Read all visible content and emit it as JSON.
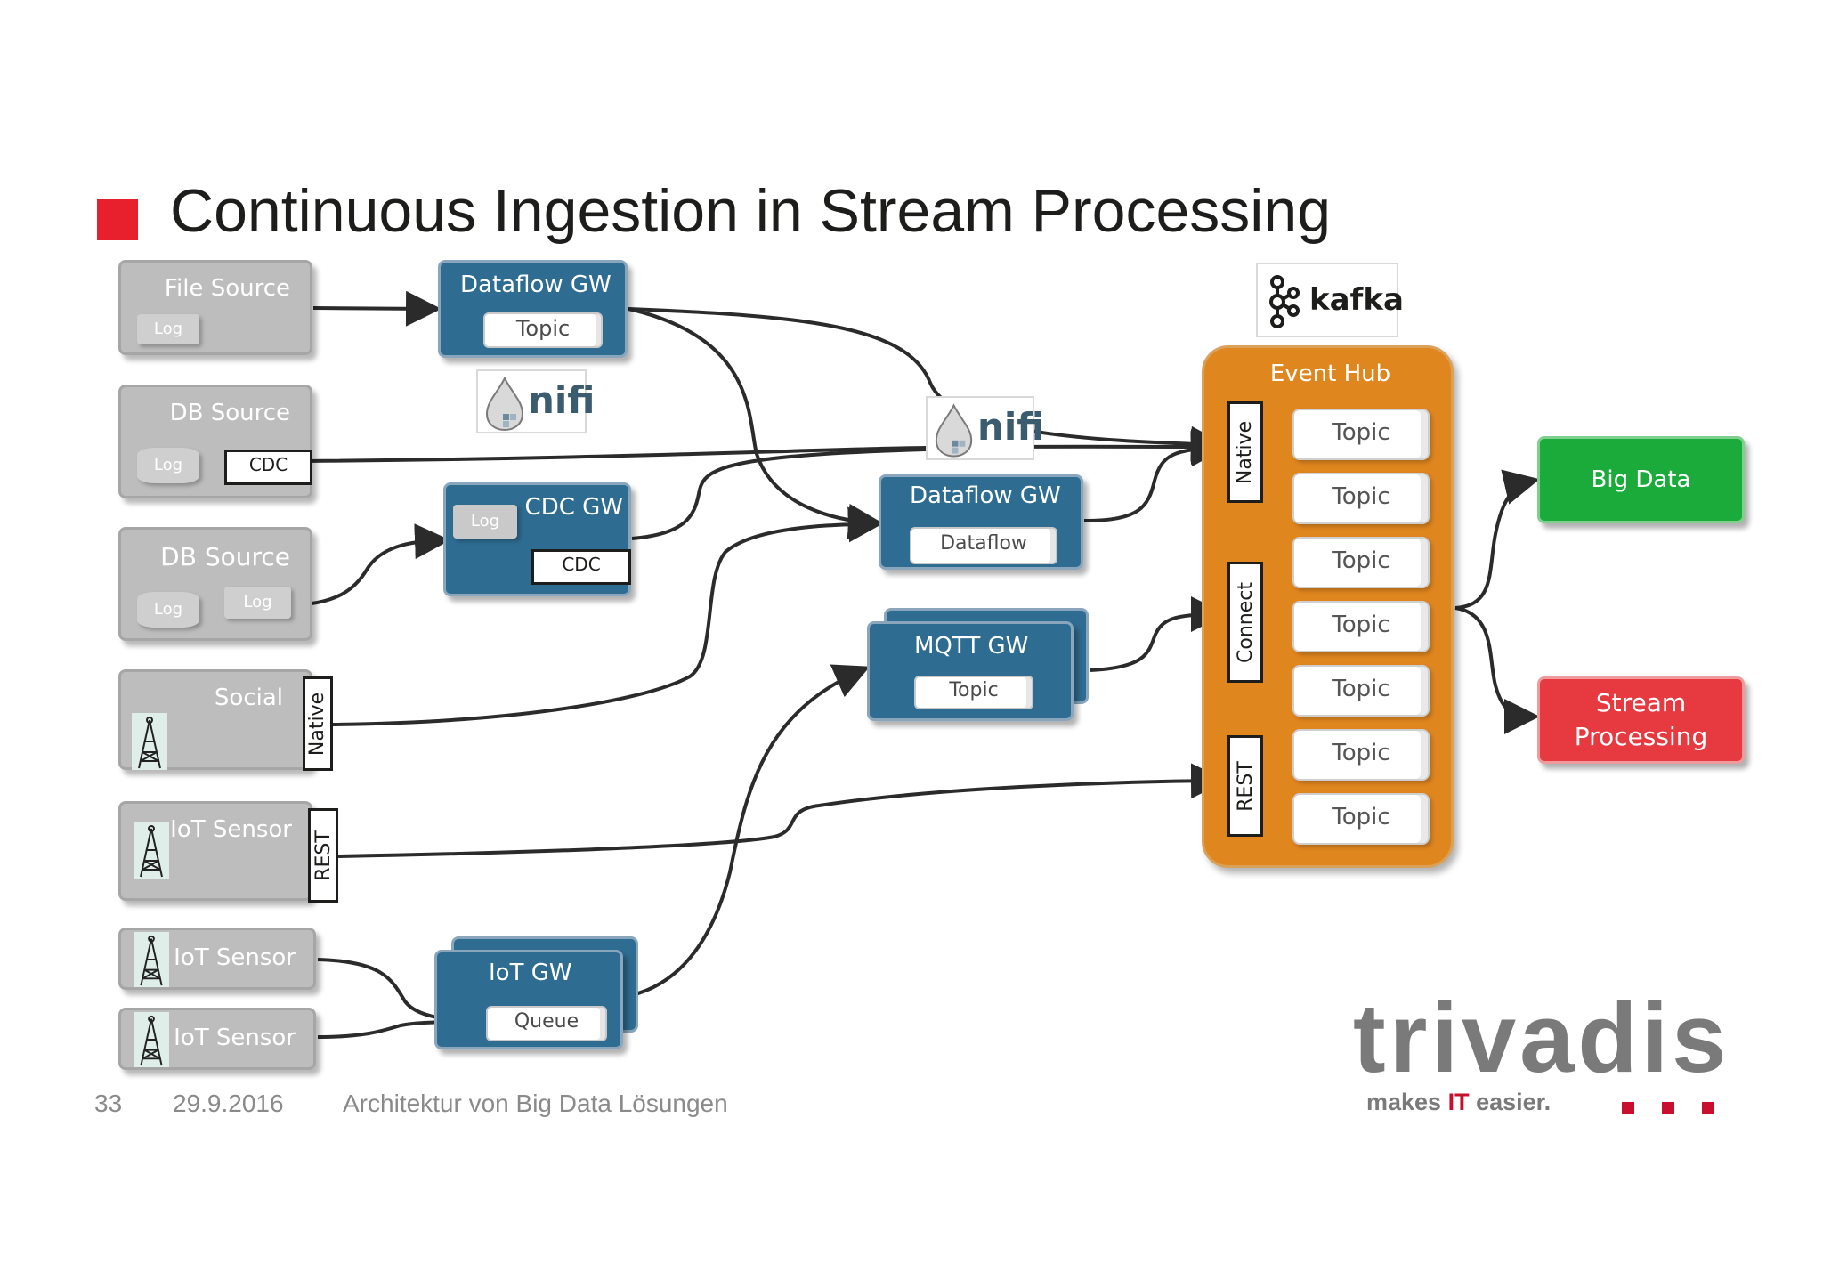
{
  "slide": {
    "title": "Continuous Ingestion in Stream Processing",
    "page_number": "33",
    "date": "29.9.2016",
    "footer_text": "Architektur von Big Data Lösungen",
    "accent_color": "#e8202e"
  },
  "sources": {
    "file_source": {
      "label": "File Source",
      "log": "Log"
    },
    "db_source_1": {
      "label": "DB Source",
      "log": "Log",
      "cdc": "CDC"
    },
    "db_source_2": {
      "label": "DB Source",
      "log_1": "Log",
      "log_2": "Log"
    },
    "social": {
      "label": "Social",
      "protocol": "Native"
    },
    "iot_sensor_1": {
      "label": "IoT Sensor",
      "protocol": "REST"
    },
    "iot_sensor_2": {
      "label": "IoT Sensor"
    },
    "iot_sensor_3": {
      "label": "IoT Sensor"
    }
  },
  "gateways": {
    "dataflow_gw_1": {
      "label": "Dataflow GW",
      "item": "Topic"
    },
    "cdc_gw": {
      "label": "CDC GW",
      "log": "Log",
      "cdc": "CDC"
    },
    "dataflow_gw_2": {
      "label": "Dataflow GW",
      "item": "Dataflow"
    },
    "mqtt_gw": {
      "label": "MQTT GW",
      "item": "Topic"
    },
    "iot_gw": {
      "label": "IoT GW",
      "item": "Queue"
    }
  },
  "logos": {
    "nifi": "nifi",
    "kafka": "kafka",
    "trivadis": "trivadis",
    "trivadis_tagline_1": "makes ",
    "trivadis_tagline_it": "IT",
    "trivadis_tagline_2": " easier."
  },
  "event_hub": {
    "label": "Event Hub",
    "interfaces": [
      "Native",
      "Connect",
      "REST"
    ],
    "topics": [
      "Topic",
      "Topic",
      "Topic",
      "Topic",
      "Topic",
      "Topic",
      "Topic"
    ]
  },
  "outputs": {
    "big_data": "Big Data",
    "stream_processing": "Stream Processing"
  },
  "colors": {
    "gateway": "#2e6c91",
    "event_hub": "#e0861f",
    "big_data": "#1aab3a",
    "stream_processing": "#e73a40",
    "source": "#bdbdbd"
  }
}
